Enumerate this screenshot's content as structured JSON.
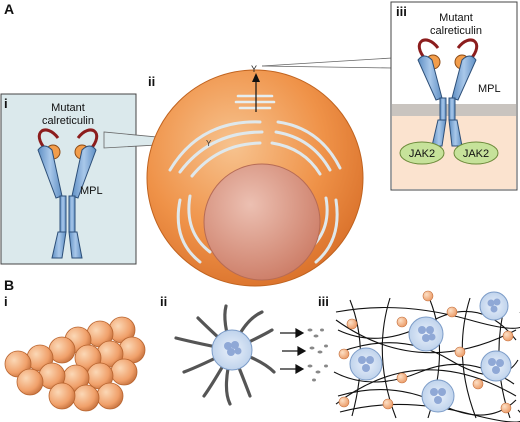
{
  "panel_a": {
    "letter": "A",
    "inset_left": {
      "numeral": "i",
      "title_line1": "Mutant",
      "title_line2": "calreticulin",
      "receptor_label": "MPL"
    },
    "cell": {
      "numeral": "ii"
    },
    "inset_right": {
      "numeral": "iii",
      "title_line1": "Mutant",
      "title_line2": "calreticulin",
      "receptor_label": "MPL",
      "kinase_left": "JAK2",
      "kinase_right": "JAK2"
    }
  },
  "panel_b": {
    "letter": "B",
    "sub1": "i",
    "sub2": "ii",
    "sub3": "iii"
  },
  "colors": {
    "cell_orange": "#ee8a3c",
    "nucleus": "#d98a6c",
    "receptor_blue": "#7fa9d6",
    "calreticulin_orange": "#f29d4b",
    "jak2_green": "#c6e29a",
    "inset_bg_left": "#dbe9ec",
    "inset_bg_right": "#fbe3cf"
  }
}
